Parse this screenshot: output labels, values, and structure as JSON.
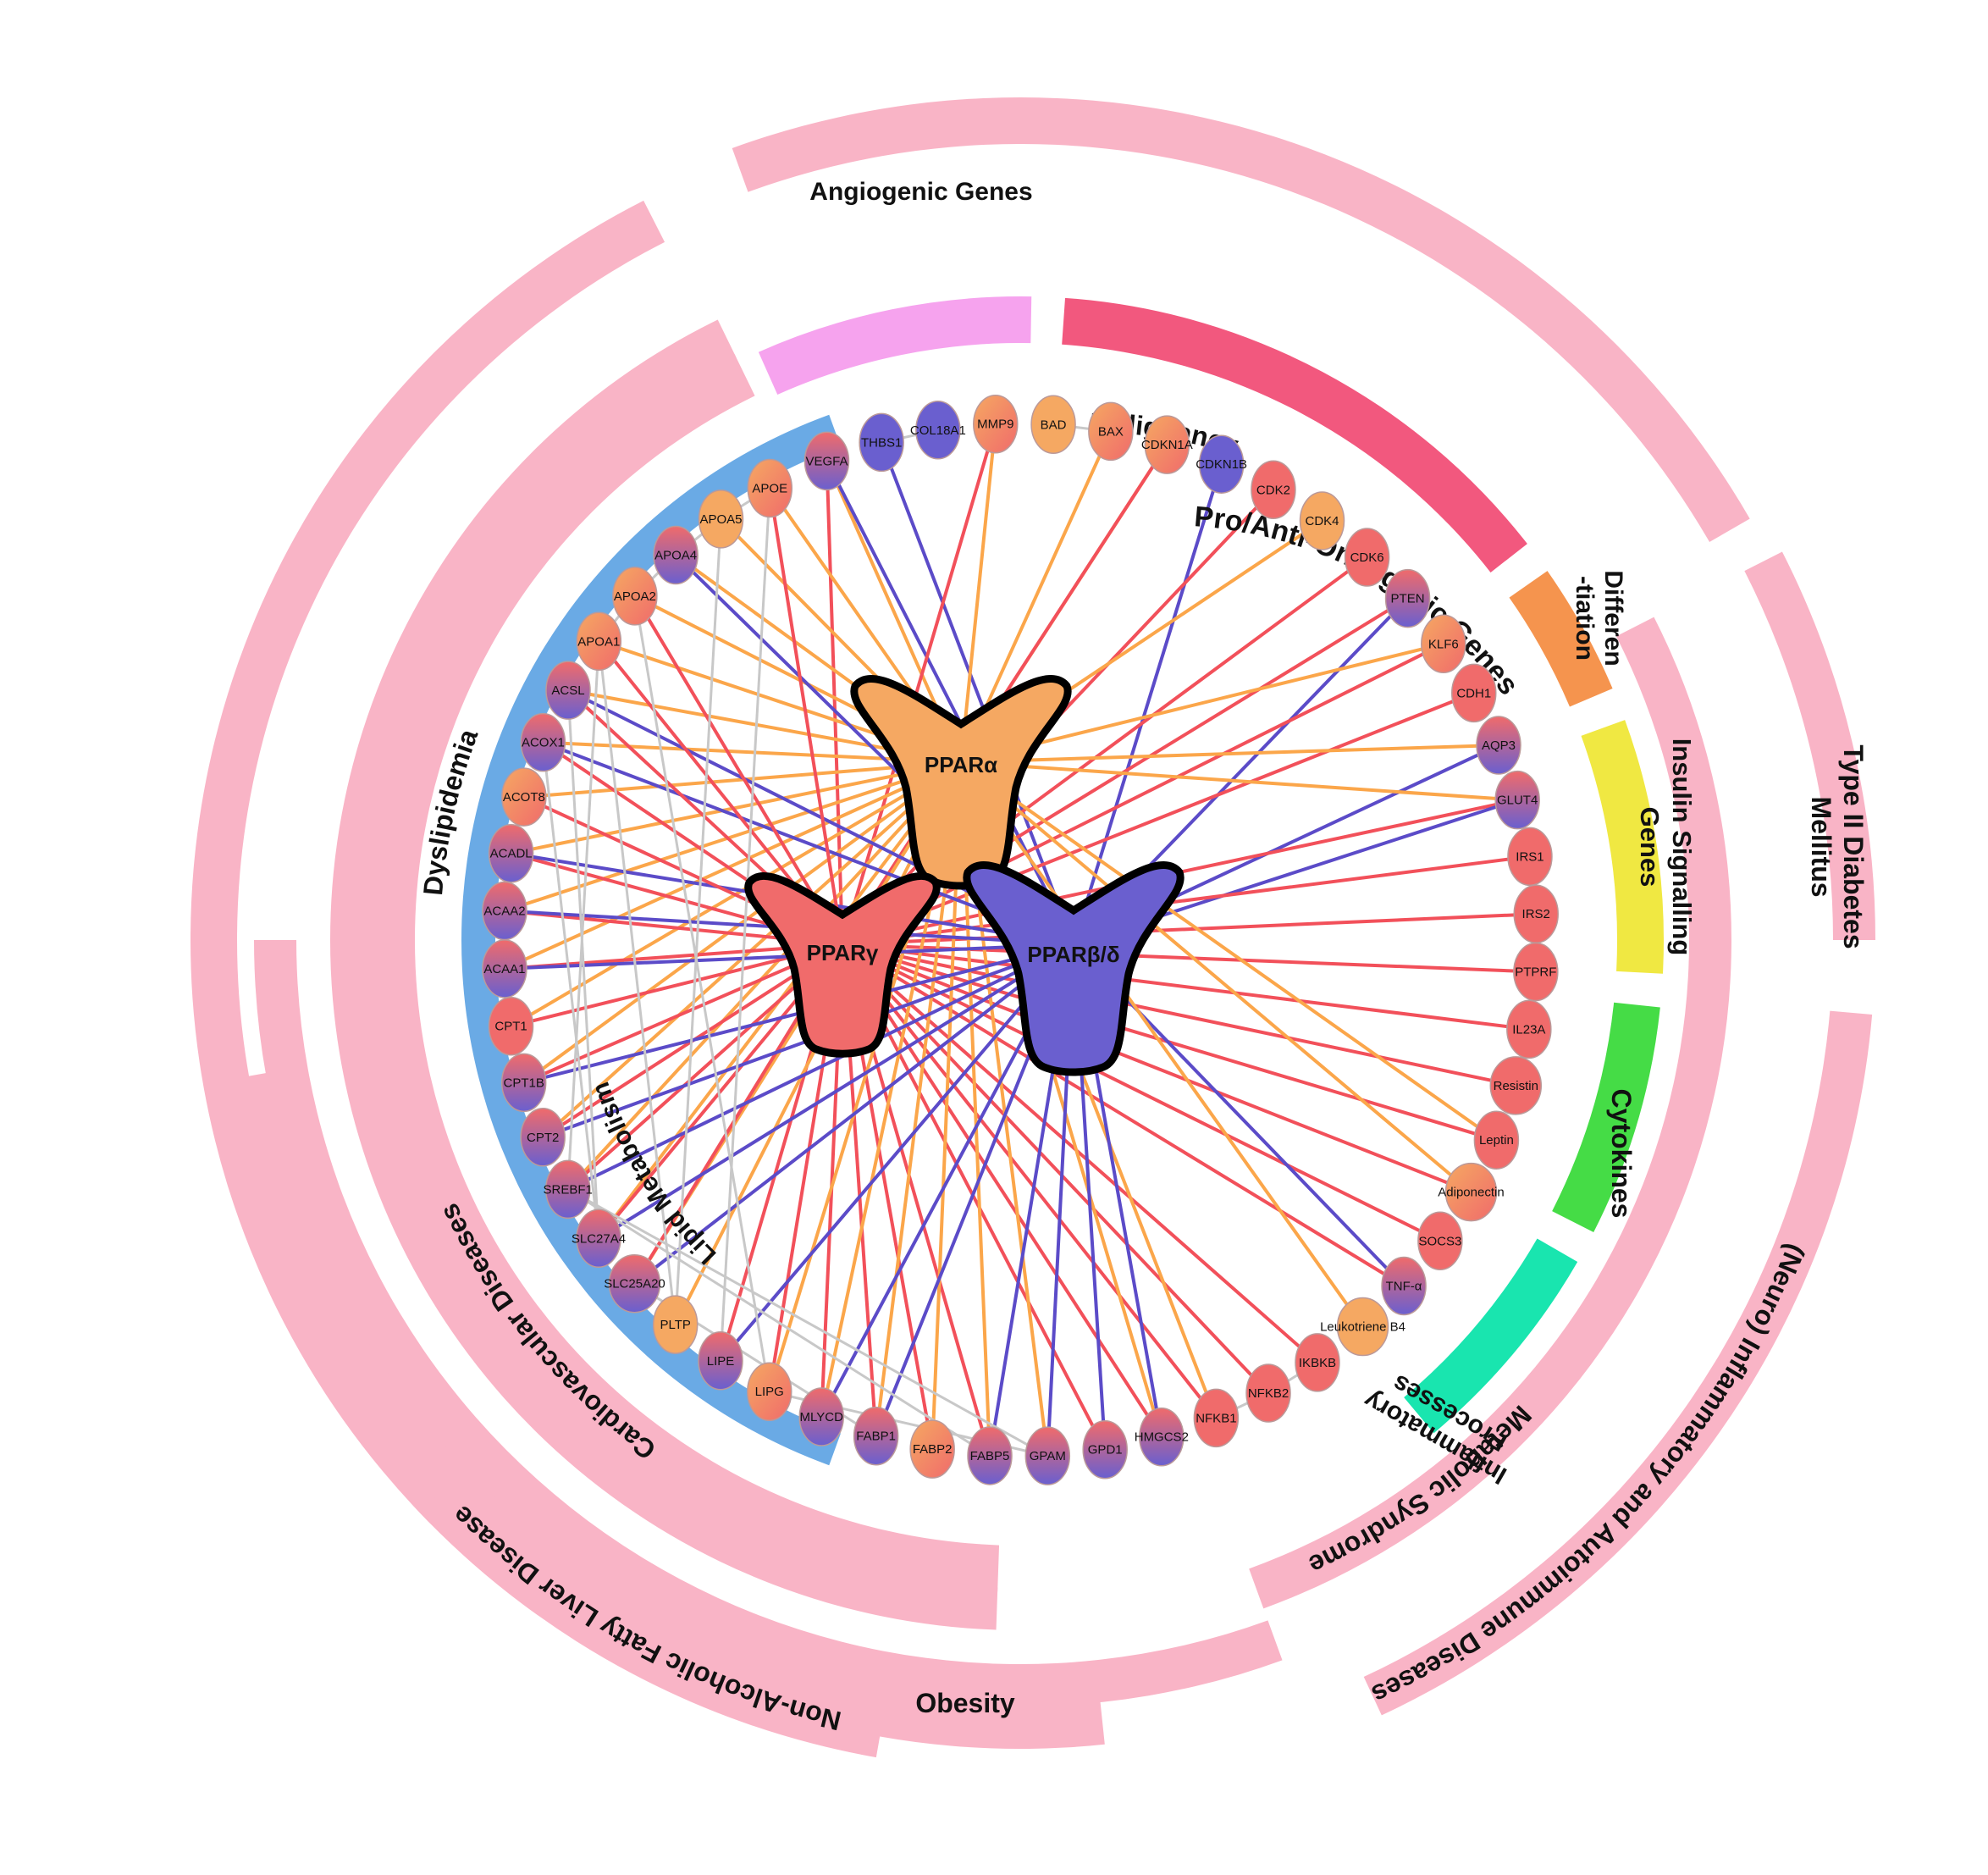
{
  "colors": {
    "ppar_alpha": "#F5A862",
    "ppar_gamma": "#F06B6B",
    "ppar_delta": "#6A5FCF",
    "edge_alpha": "#FBA64A",
    "edge_gamma": "#F2505A",
    "edge_delta": "#5B4BC8",
    "edge_gene": "#C8C8C8",
    "disease_band": "#F9B4C6",
    "lipid_band": "#6AAAE5",
    "angiogenic_band": "#F6A3EE",
    "oncogenic_band": "#F2587E",
    "differentiation_band": "#F5944E",
    "insulin_band": "#F0E842",
    "cytokines_band": "#45DC46",
    "inflammatory_band": "#19E5AF"
  },
  "hubs": {
    "alpha": "PPARα",
    "gamma": "PPARγ",
    "delta": "PPARβ/δ"
  },
  "diseases": {
    "malignancy": "Malignancy",
    "type2_line1": "Type II Diabetes",
    "type2_line2": "Mellitus",
    "metabolic": "Metabolic Syndrome",
    "neuro": "(Neuro) Inflammatory and Autoimmune Diseases",
    "obesity": "Obesity",
    "nafld": "Non-Alcoholic Fatty Liver Disease",
    "cardio": "Cardiovascular Diseases",
    "dyslipidemia": "Dyslipidemia"
  },
  "categories": {
    "angiogenic": "Angiogenic Genes",
    "oncogenic": "Pro/Anti-Oncogenic Genes",
    "diff_line1": "Differen",
    "diff_line2": "-tiation",
    "insulin_line1": "Insulin Signalling",
    "insulin_line2": "Genes",
    "cytokines": "Cytokines",
    "inflam_line1": "Inflammatory",
    "inflam_line2": "Processes",
    "lipid": "Lipid Metabolism"
  },
  "genes": [
    {
      "name": "VEGFA",
      "color": "grad",
      "targets": [
        "a",
        "g",
        "d"
      ]
    },
    {
      "name": "THBS1",
      "color": "d",
      "targets": [
        "d"
      ]
    },
    {
      "name": "COL18A1",
      "color": "d",
      "targets": []
    },
    {
      "name": "MMP9",
      "color": "ag",
      "targets": [
        "a",
        "g"
      ]
    },
    {
      "name": "BAD",
      "color": "a",
      "targets": []
    },
    {
      "name": "BAX",
      "color": "ag",
      "targets": [
        "a"
      ]
    },
    {
      "name": "CDKN1A",
      "color": "ag",
      "targets": [
        "a",
        "g"
      ]
    },
    {
      "name": "CDKN1B",
      "color": "d",
      "targets": [
        "d"
      ]
    },
    {
      "name": "CDK2",
      "color": "g",
      "targets": [
        "g"
      ]
    },
    {
      "name": "CDK4",
      "color": "a",
      "targets": [
        "a"
      ]
    },
    {
      "name": "CDK6",
      "color": "g",
      "targets": [
        "g"
      ]
    },
    {
      "name": "PTEN",
      "color": "grad",
      "targets": [
        "g",
        "d"
      ]
    },
    {
      "name": "KLF6",
      "color": "ag",
      "targets": [
        "a",
        "g"
      ]
    },
    {
      "name": "CDH1",
      "color": "g",
      "targets": [
        "g"
      ]
    },
    {
      "name": "AQP3",
      "color": "grad",
      "targets": [
        "a",
        "d"
      ]
    },
    {
      "name": "GLUT4",
      "color": "grad",
      "targets": [
        "a",
        "g",
        "d"
      ]
    },
    {
      "name": "IRS1",
      "color": "g",
      "targets": [
        "g"
      ]
    },
    {
      "name": "IRS2",
      "color": "g",
      "targets": [
        "g"
      ]
    },
    {
      "name": "PTPRF",
      "color": "g",
      "targets": [
        "g"
      ]
    },
    {
      "name": "IL23A",
      "color": "g",
      "targets": [
        "g"
      ]
    },
    {
      "name": "Resistin",
      "color": "g",
      "targets": [
        "g"
      ]
    },
    {
      "name": "Leptin",
      "color": "g",
      "targets": [
        "a",
        "g"
      ]
    },
    {
      "name": "Adiponectin",
      "color": "ag",
      "targets": [
        "a",
        "g"
      ]
    },
    {
      "name": "SOCS3",
      "color": "g",
      "targets": [
        "g"
      ]
    },
    {
      "name": "TNF-α",
      "color": "grad",
      "targets": [
        "g",
        "d"
      ]
    },
    {
      "name": "Leukotriene B4",
      "color": "a",
      "targets": [
        "a"
      ]
    },
    {
      "name": "IKBKB",
      "color": "g",
      "targets": [
        "g"
      ]
    },
    {
      "name": "NFKB2",
      "color": "g",
      "targets": [
        "g"
      ]
    },
    {
      "name": "NFKB1",
      "color": "g",
      "targets": [
        "g",
        "a"
      ]
    },
    {
      "name": "HMGCS2",
      "color": "grad",
      "targets": [
        "a",
        "g",
        "d"
      ]
    },
    {
      "name": "GPD1",
      "color": "grad",
      "targets": [
        "g",
        "d"
      ]
    },
    {
      "name": "GPAM",
      "color": "grad",
      "targets": [
        "a",
        "d"
      ]
    },
    {
      "name": "FABP5",
      "color": "grad",
      "targets": [
        "a",
        "g",
        "d"
      ]
    },
    {
      "name": "FABP2",
      "color": "ag",
      "targets": [
        "a",
        "g"
      ]
    },
    {
      "name": "FABP1",
      "color": "grad",
      "targets": [
        "a",
        "g",
        "d"
      ]
    },
    {
      "name": "MLYCD",
      "color": "grad",
      "targets": [
        "a",
        "g",
        "d"
      ]
    },
    {
      "name": "LIPG",
      "color": "ag",
      "targets": [
        "a",
        "g"
      ]
    },
    {
      "name": "LIPE",
      "color": "grad",
      "targets": [
        "g",
        "d"
      ]
    },
    {
      "name": "PLTP",
      "color": "a",
      "targets": [
        "a"
      ]
    },
    {
      "name": "SLC25A20",
      "color": "grad",
      "targets": [
        "a",
        "g",
        "d"
      ]
    },
    {
      "name": "SLC27A4",
      "color": "grad",
      "targets": [
        "a",
        "g",
        "d"
      ]
    },
    {
      "name": "SREBF1",
      "color": "grad",
      "targets": [
        "a",
        "g",
        "d"
      ]
    },
    {
      "name": "CPT2",
      "color": "grad",
      "targets": [
        "a",
        "g",
        "d"
      ]
    },
    {
      "name": "CPT1B",
      "color": "grad",
      "targets": [
        "a",
        "g",
        "d"
      ]
    },
    {
      "name": "CPT1",
      "color": "g",
      "targets": [
        "g",
        "a"
      ]
    },
    {
      "name": "ACAA1",
      "color": "grad",
      "targets": [
        "a",
        "g",
        "d"
      ]
    },
    {
      "name": "ACAA2",
      "color": "grad",
      "targets": [
        "a",
        "g",
        "d"
      ]
    },
    {
      "name": "ACADL",
      "color": "grad",
      "targets": [
        "a",
        "g",
        "d"
      ]
    },
    {
      "name": "ACOT8",
      "color": "ag",
      "targets": [
        "a",
        "g"
      ]
    },
    {
      "name": "ACOX1",
      "color": "grad",
      "targets": [
        "a",
        "g",
        "d"
      ]
    },
    {
      "name": "ACSL",
      "color": "grad",
      "targets": [
        "a",
        "g",
        "d"
      ]
    },
    {
      "name": "APOA1",
      "color": "ag",
      "targets": [
        "a",
        "g"
      ]
    },
    {
      "name": "APOA2",
      "color": "ag",
      "targets": [
        "a",
        "g"
      ]
    },
    {
      "name": "APOA4",
      "color": "grad",
      "targets": [
        "a",
        "d"
      ]
    },
    {
      "name": "APOA5",
      "color": "a",
      "targets": [
        "a"
      ]
    },
    {
      "name": "APOE",
      "color": "ag",
      "targets": [
        "a",
        "g"
      ]
    }
  ]
}
